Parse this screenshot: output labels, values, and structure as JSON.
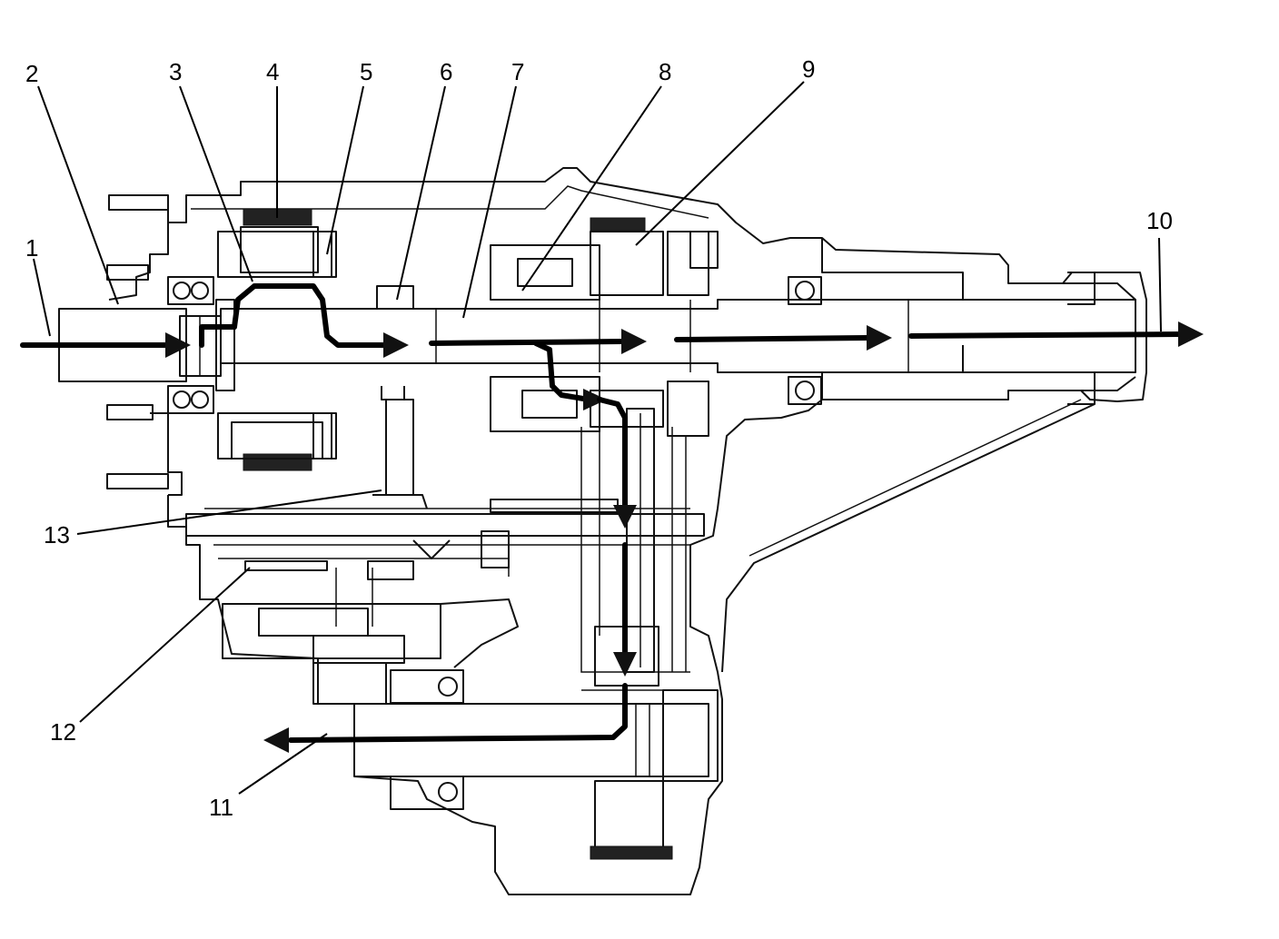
{
  "callouts": {
    "c1": "1",
    "c2": "2",
    "c3": "3",
    "c4": "4",
    "c5": "5",
    "c6": "6",
    "c7": "7",
    "c8": "8",
    "c9": "9",
    "c10": "10",
    "c11": "11",
    "c12": "12",
    "c13": "13"
  },
  "style": {
    "line_color": "#111111",
    "background": "#ffffff"
  }
}
